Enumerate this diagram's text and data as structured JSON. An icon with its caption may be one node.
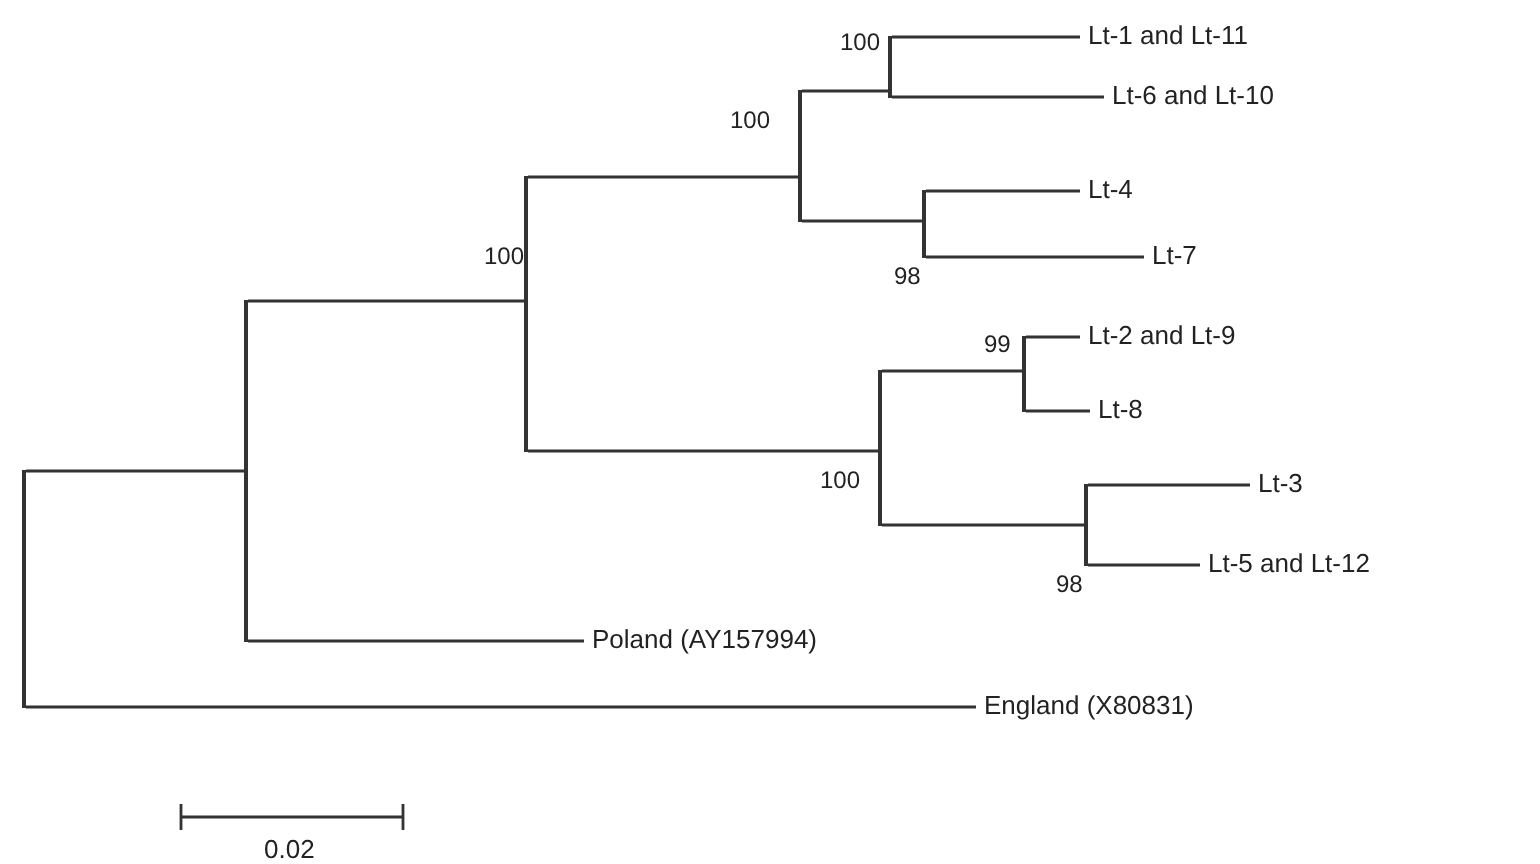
{
  "diagram": {
    "nodes": [
      {
        "text": [
          "Lt-1 and Lt-11"
        ]
      },
      {
        "text": [
          "Lt-6 and Lt-10"
        ]
      },
      {
        "text": [
          "Lt-4"
        ]
      },
      {
        "text": [
          "Lt-7"
        ]
      },
      {
        "text": [
          "Lt-2 and Lt-9"
        ]
      },
      {
        "text": [
          "Lt-8"
        ]
      },
      {
        "text": [
          "Lt-3"
        ]
      },
      {
        "text": [
          "Lt-5 and Lt-12"
        ]
      },
      {
        "text": [
          "Poland (AY157994)"
        ]
      },
      {
        "text": [
          "England (X80831)"
        ]
      },
      {
        "text": [],
        "shape": "bar"
      },
      {
        "text": [],
        "shape": "bar"
      },
      {
        "text": [],
        "shape": "bar",
        "beside": [
          "100"
        ]
      },
      {
        "text": [],
        "shape": "bar",
        "beside": [
          "100"
        ]
      },
      {
        "text": [],
        "shape": "bar",
        "beside": [
          "100"
        ]
      },
      {
        "text": [],
        "shape": "bar",
        "beside": [
          "98"
        ]
      },
      {
        "text": [],
        "shape": "bar",
        "beside": [
          "100"
        ]
      },
      {
        "text": [],
        "shape": "bar",
        "beside": [
          "99"
        ]
      },
      {
        "text": [],
        "shape": "bar",
        "beside": [
          "98"
        ]
      }
    ],
    "edges": [
      {
        "from": 10,
        "to": 11,
        "arrow": "none"
      },
      {
        "from": 10,
        "to": 9,
        "arrow": "none"
      },
      {
        "from": 11,
        "to": 12,
        "arrow": "none"
      },
      {
        "from": 11,
        "to": 8,
        "arrow": "none"
      },
      {
        "from": 12,
        "to": 13,
        "arrow": "none"
      },
      {
        "from": 12,
        "to": 16,
        "arrow": "none"
      },
      {
        "from": 13,
        "to": 14,
        "arrow": "none"
      },
      {
        "from": 13,
        "to": 15,
        "arrow": "none"
      },
      {
        "from": 14,
        "to": 0,
        "arrow": "none"
      },
      {
        "from": 14,
        "to": 1,
        "arrow": "none"
      },
      {
        "from": 15,
        "to": 2,
        "arrow": "none"
      },
      {
        "from": 15,
        "to": 3,
        "arrow": "none"
      },
      {
        "from": 16,
        "to": 17,
        "arrow": "none"
      },
      {
        "from": 16,
        "to": 18,
        "arrow": "none"
      },
      {
        "from": 17,
        "to": 4,
        "arrow": "none"
      },
      {
        "from": 17,
        "to": 5,
        "arrow": "none"
      },
      {
        "from": 18,
        "to": 6,
        "arrow": "none"
      },
      {
        "from": 18,
        "to": 7,
        "arrow": "none"
      }
    ],
    "labels": [
      "0.02"
    ]
  }
}
